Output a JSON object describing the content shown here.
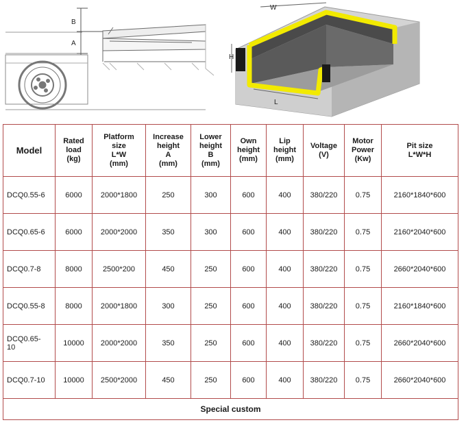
{
  "figure": {
    "left_labels": {
      "a": "A",
      "b": "B"
    },
    "right_labels": {
      "w": "W",
      "h": "H",
      "l": "L"
    }
  },
  "table": {
    "headers": [
      {
        "key": "model",
        "lines": [
          "Model"
        ]
      },
      {
        "key": "load",
        "lines": [
          "Rated",
          "load",
          "(kg)"
        ]
      },
      {
        "key": "platform",
        "lines": [
          "Platform",
          "size",
          "L*W",
          "(mm)"
        ]
      },
      {
        "key": "increase",
        "lines": [
          "Increase",
          "height",
          "A",
          "(mm)"
        ]
      },
      {
        "key": "lower",
        "lines": [
          "Lower",
          "height",
          "B",
          "(mm)"
        ]
      },
      {
        "key": "own",
        "lines": [
          "Own",
          "height",
          "(mm)"
        ]
      },
      {
        "key": "lip",
        "lines": [
          "Lip",
          "height",
          "(mm)"
        ]
      },
      {
        "key": "voltage",
        "lines": [
          "Voltage",
          "(V)"
        ]
      },
      {
        "key": "motor",
        "lines": [
          "Motor",
          "Power",
          "(Kw)"
        ]
      },
      {
        "key": "pit",
        "lines": [
          "Pit size",
          "L*W*H"
        ]
      }
    ],
    "rows": [
      {
        "model": [
          "DCQ0.55-6"
        ],
        "cells": [
          "6000",
          "2000*1800",
          "250",
          "300",
          "600",
          "400",
          "380/220",
          "0.75",
          "2160*1840*600"
        ]
      },
      {
        "model": [
          "DCQ0.65-6"
        ],
        "cells": [
          "6000",
          "2000*2000",
          "350",
          "300",
          "600",
          "400",
          "380/220",
          "0.75",
          "2160*2040*600"
        ]
      },
      {
        "model": [
          "DCQ0.7-8"
        ],
        "cells": [
          "8000",
          "2500*200",
          "450",
          "250",
          "600",
          "400",
          "380/220",
          "0.75",
          "2660*2040*600"
        ]
      },
      {
        "model": [
          "DCQ0.55-8"
        ],
        "cells": [
          "8000",
          "2000*1800",
          "300",
          "250",
          "600",
          "400",
          "380/220",
          "0.75",
          "2160*1840*600"
        ]
      },
      {
        "model": [
          "DCQ0.65-",
          "10"
        ],
        "cells": [
          "10000",
          "2000*2000",
          "350",
          "250",
          "600",
          "400",
          "380/220",
          "0.75",
          "2660*2040*600"
        ]
      },
      {
        "model": [
          "DCQ0.7-10"
        ],
        "cells": [
          "10000",
          "2500*2000",
          "450",
          "250",
          "600",
          "400",
          "380/220",
          "0.75",
          "2660*2040*600"
        ]
      }
    ],
    "footer": "Special custom"
  }
}
